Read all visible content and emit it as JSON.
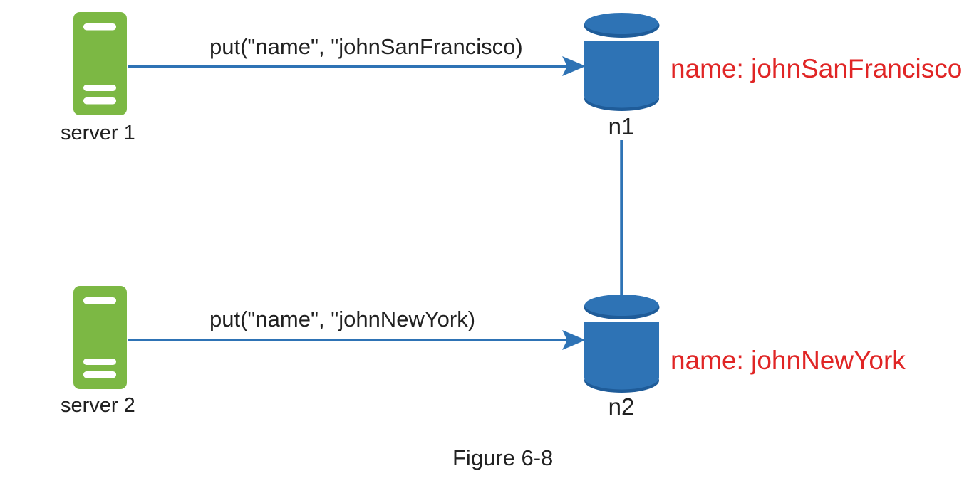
{
  "figure_caption": "Figure 6-8",
  "servers": [
    {
      "label": "server 1"
    },
    {
      "label": "server 2"
    }
  ],
  "databases": [
    {
      "label": "n1",
      "stored_value": "name: johnSanFrancisco"
    },
    {
      "label": "n2",
      "stored_value": "name: johnNewYork"
    }
  ],
  "operations": [
    {
      "label": "put(\"name\", \"johnSanFrancisco)"
    },
    {
      "label": "put(\"name\", \"johnNewYork)"
    }
  ],
  "icons": {
    "server": "server-icon",
    "database": "database-cylinder-icon",
    "arrow": "arrow-right-icon"
  },
  "colors": {
    "server_green": "#7cb844",
    "database_blue": "#2e73b5",
    "database_blue_dark": "#1f5c99",
    "arrow_blue": "#2e73b5",
    "annotation_red": "#e02525",
    "label_black": "#212121"
  }
}
